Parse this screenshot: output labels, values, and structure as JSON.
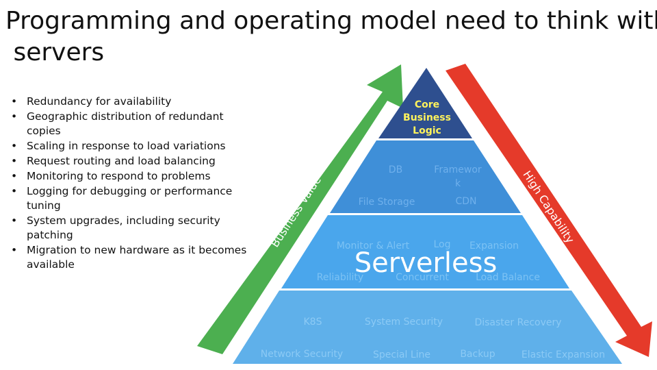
{
  "title": "Programming and operating model need to think with\n servers",
  "bullets": [
    "Redundancy for availability",
    "Geographic distribution of redundant copies",
    "Scaling in response to load variations",
    "Request routing and load balancing",
    "Monitoring to respond to problems",
    "Logging for debugging or performance tuning",
    "System upgrades, including security patching",
    "Migration to new hardware as it becomes available"
  ],
  "pyramid": {
    "top": {
      "line1": "Core",
      "line2": "Business",
      "line3": "Logic"
    },
    "tier2": {
      "db": "DB",
      "framework_a": "Framewor",
      "framework_b": "k",
      "file_storage": "File Storage",
      "cdn": "CDN"
    },
    "tier3": {
      "monitor": "Monitor & Alert",
      "log": "Log",
      "expansion": "Expansion",
      "reliability": "Reliability",
      "concurrent": "Concurrent",
      "load_balance": "Load Balance"
    },
    "tier4": {
      "k8s": "K8S",
      "system_security": "System Security",
      "disaster_recovery": "Disaster Recovery",
      "network_security": "Network Security",
      "special_line": "Special Line",
      "backup": "Backup",
      "elastic_expansion": "Elastic Expansion"
    },
    "overlay": "Serverless"
  },
  "arrows": {
    "left": {
      "label": "Business Value",
      "color": "#4caf50"
    },
    "right": {
      "label": "High Capability",
      "color": "#e53a2a"
    }
  },
  "colors": {
    "top": "#2e4f8f",
    "tier2": "#3f8fd8",
    "tier3": "#4aa6ec",
    "tier4": "#5fb0ea",
    "top_text": "#fff35c"
  }
}
